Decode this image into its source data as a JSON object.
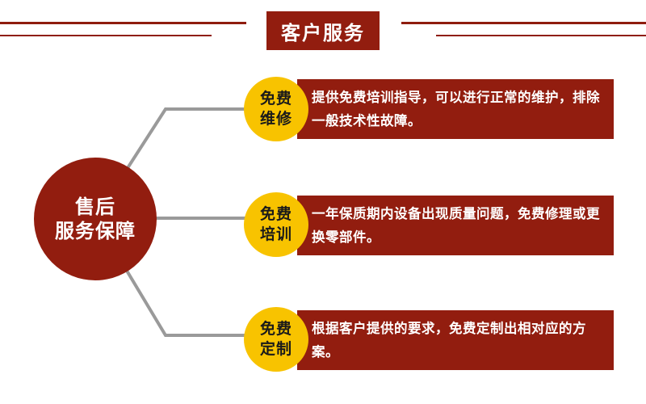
{
  "header": {
    "title": "客户服务"
  },
  "hub": {
    "line1": "售后",
    "line2": "服务保障"
  },
  "items": [
    {
      "badge_line1": "免费",
      "badge_line2": "维修",
      "description": "提供免费培训指导，可以进行正常的维护，排除一般技术性故障。"
    },
    {
      "badge_line1": "免费",
      "badge_line2": "培训",
      "description": "一年保质期内设备出现质量问题，免费修理或更换零部件。"
    },
    {
      "badge_line1": "免费",
      "badge_line2": "定制",
      "description": "根据客户提供的要求，免费定制出相对应的方案。"
    }
  ],
  "colors": {
    "primary": "#921d0f",
    "badge": "#f8c300",
    "connector": "#9a9a9a"
  }
}
